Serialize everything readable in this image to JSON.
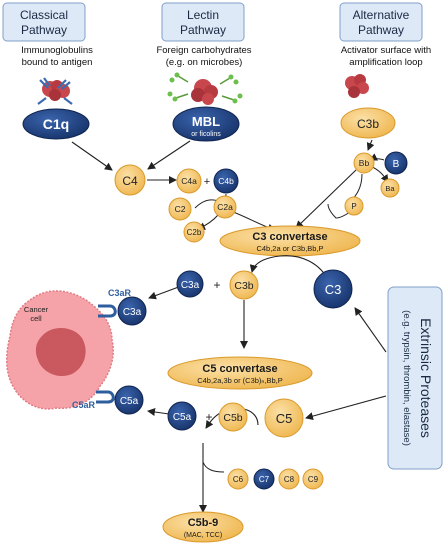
{
  "pathways": {
    "classical": {
      "title_1": "Classical",
      "title_2": "Pathway",
      "desc_1": "Immunoglobulins",
      "desc_2": "bound to antigen"
    },
    "lectin": {
      "title_1": "Lectin",
      "title_2": "Pathway",
      "desc_1": "Foreign carbohydrates",
      "desc_2": "(e.g. on microbes)"
    },
    "alternative": {
      "title_1": "Alternative",
      "title_2": "Pathway",
      "desc_1": "Activator surface with",
      "desc_2": "amplification loop"
    }
  },
  "initiators": {
    "c1q": "C1q",
    "mbl": "MBL",
    "mbl_sub": "or ficolins",
    "c3b_top": "C3b"
  },
  "components": {
    "c4": "C4",
    "c4a": "C4a",
    "plus1": "+",
    "c4b": "C4b",
    "c2": "C2",
    "c2a": "C2a",
    "c2b": "C2b",
    "bb": "Bb",
    "b": "B",
    "ba": "Ba",
    "p": "P",
    "c3a": "C3a",
    "plus2": "+",
    "c3b": "C3b",
    "c3": "C3",
    "c5a": "C5a",
    "plus3": "+",
    "c5b": "C5b",
    "c5": "C5",
    "c6": "C6",
    "c7": "C7",
    "c8": "C8",
    "c9": "C9"
  },
  "convertases": {
    "c3_title": "C3 convertase",
    "c3_sub": "C4b,2a  or  C3b,Bb,P",
    "c5_title": "C5 convertase",
    "c5_sub": "C4b,2a,3b  or  (C3b)ₙ,Bb,P"
  },
  "mac": {
    "title": "C5b-9",
    "sub": "(MAC, TCC)"
  },
  "cell": {
    "label_1": "Cancer",
    "label_2": "cell",
    "c3ar": "C3aR",
    "c3a_bound": "C3a",
    "c5ar": "C5aR",
    "c5a_bound": "C5a"
  },
  "proteases": {
    "title": "Extrinsic Proteases",
    "sub": "(e.g. trypsin, thrombin, elastase)"
  },
  "colors": {
    "navy": "#1f3f7a",
    "gold": "#f3c160",
    "gold_stroke": "#d99a2b",
    "box_fill": "#dde9f7",
    "box_stroke": "#7fa0c8",
    "cell_pink": "#f5a3a8",
    "cell_core": "#c9595f"
  }
}
